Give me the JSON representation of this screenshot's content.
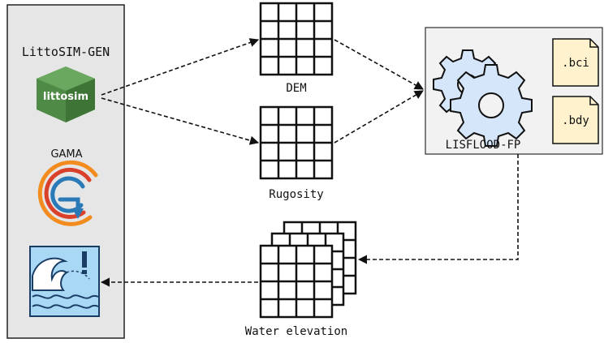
{
  "panel": {
    "title": "LittoSIM-GEN",
    "logo_text": "littosim",
    "gama_label": "GAMA",
    "colors": {
      "panel_fill": "#e6e6e6",
      "hex_green": "#4f8a46",
      "gama_orange": "#f28c1e",
      "gama_red": "#d9412b",
      "gama_blue": "#2a7ab8",
      "wave_fill": "#a9d8f5",
      "wave_stroke": "#1a3d66"
    }
  },
  "inputs": {
    "dem_label": "DEM",
    "rugosity_label": "Rugosity"
  },
  "model": {
    "label": "LISFLOOD-FP",
    "files": [
      ".bci",
      ".bdy"
    ],
    "colors": {
      "box_fill": "#f2f2f2",
      "gear_fill": "#d5e6fb",
      "file_fill": "#fff2cc"
    }
  },
  "output": {
    "label": "Water elevation"
  },
  "icons": [
    "littosim-logo-icon",
    "gama-logo-icon",
    "flood-warning-icon",
    "gear-icon",
    "file-icon",
    "grid-icon"
  ]
}
